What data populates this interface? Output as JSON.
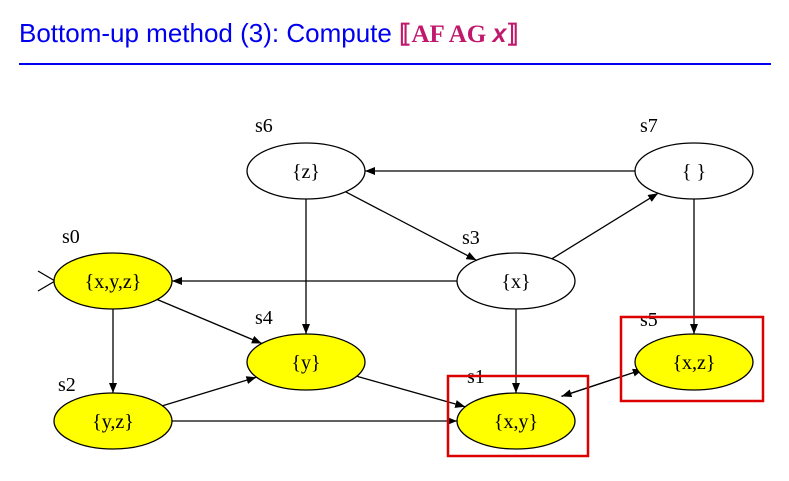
{
  "title": {
    "prefix": "Bottom-up method (3): Compute ",
    "open": "⟦",
    "op1": "AF",
    "op2": "AG",
    "var": "x",
    "close": "⟧"
  },
  "colors": {
    "title": "#0000ee",
    "formula": "#c0186c",
    "highlight": "#ffff00",
    "box": "#dd0000"
  },
  "states": [
    {
      "id": "s0",
      "name": "s0",
      "label": "{x,y,z}",
      "highlighted": true
    },
    {
      "id": "s1",
      "name": "s1",
      "label": "{x,y}",
      "highlighted": true
    },
    {
      "id": "s2",
      "name": "s2",
      "label": "{y,z}",
      "highlighted": true
    },
    {
      "id": "s3",
      "name": "s3",
      "label": "{x}",
      "highlighted": false
    },
    {
      "id": "s4",
      "name": "s4",
      "label": "{y}",
      "highlighted": true
    },
    {
      "id": "s5",
      "name": "s5",
      "label": "{x,z}",
      "highlighted": true
    },
    {
      "id": "s6",
      "name": "s6",
      "label": "{z}",
      "highlighted": false
    },
    {
      "id": "s7",
      "name": "s7",
      "label": "{ }",
      "highlighted": false
    }
  ],
  "edges": [
    {
      "from": "s6",
      "to": "s4"
    },
    {
      "from": "s6",
      "to": "s3"
    },
    {
      "from": "s7",
      "to": "s6"
    },
    {
      "from": "s7",
      "to": "s5"
    },
    {
      "from": "s3",
      "to": "s7"
    },
    {
      "from": "s3",
      "to": "s0"
    },
    {
      "from": "s3",
      "to": "s1"
    },
    {
      "from": "s0",
      "to": "s4"
    },
    {
      "from": "s0",
      "to": "s2"
    },
    {
      "from": "s2",
      "to": "s4"
    },
    {
      "from": "s2",
      "to": "s1"
    },
    {
      "from": "s4",
      "to": "s1"
    },
    {
      "from": "s1",
      "to": "s5"
    },
    {
      "from": "s5",
      "to": "s1"
    }
  ],
  "initial_state": "s0",
  "boxed_states": [
    "s1",
    "s5"
  ]
}
